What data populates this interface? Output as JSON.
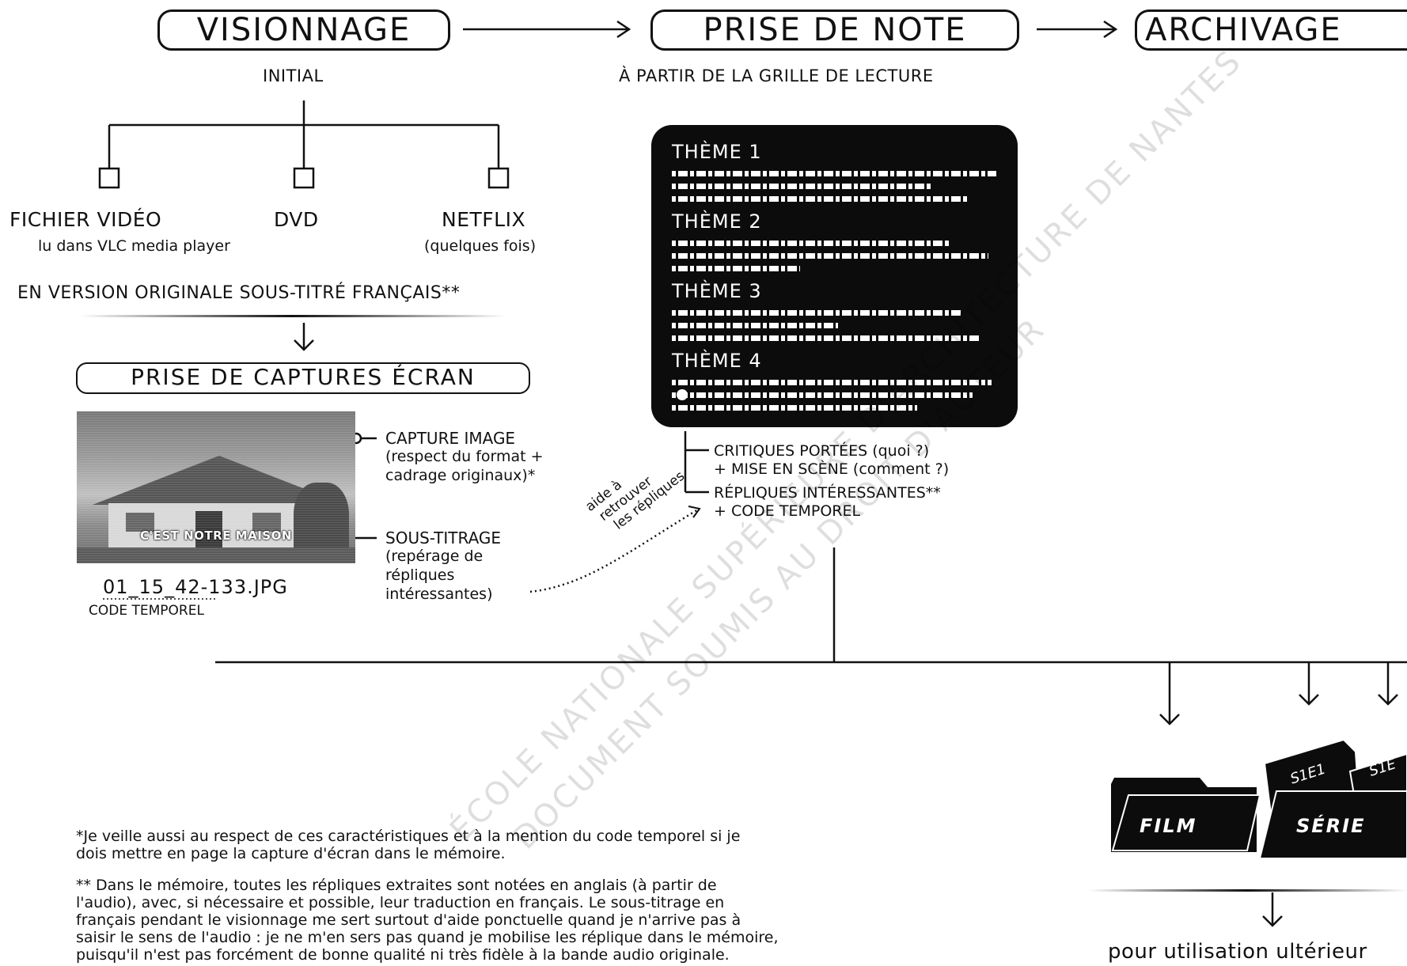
{
  "stages": {
    "viewing": "VISIONNAGE",
    "notes": "PRISE DE NOTE",
    "archive": "ARCHIVAGE"
  },
  "viewing_sub": "INITIAL",
  "notes_sub": "À PARTIR DE LA GRILLE DE LECTURE",
  "sources": [
    {
      "name": "FICHIER VIDÉO",
      "detail": "lu dans VLC media player"
    },
    {
      "name": "DVD",
      "detail": ""
    },
    {
      "name": "NETFLIX",
      "detail": "(quelques fois)"
    }
  ],
  "version_label": "EN VERSION ORIGINALE SOUS-TITRÉ FRANÇAIS**",
  "captures_label": "PRISE DE CAPTURES ÉCRAN",
  "capture_image": {
    "title": "CAPTURE IMAGE",
    "line1": "(respect du format +",
    "line2": "cadrage originaux)*"
  },
  "subtitling": {
    "title": "SOUS-TITRAGE",
    "line1": "(repérage de",
    "line2": "répliques",
    "line3": "intéressantes)"
  },
  "photo_subtitle": "C'EST NOTRE MAISON",
  "filename": "01_15_42-133.JPG",
  "timecode_label": "CODE TEMPOREL",
  "themes": [
    "THÈME 1",
    "THÈME 2",
    "THÈME 3",
    "THÈME 4"
  ],
  "notes_items": {
    "critiques": "CRITIQUES PORTÉES (quoi ?)",
    "mise_en_scene": "+ MISE EN SCÈNE (comment ?)",
    "repliques": "RÉPLIQUES INTÉRESSANTES**",
    "code": "+ CODE TEMPOREL"
  },
  "aid_text": {
    "l1": "aide à",
    "l2": "retrouver",
    "l3": "les répliques"
  },
  "folders": {
    "film": "FILM",
    "serie": "SÉRIE",
    "tab1": "S1E1",
    "tab2": "S1E"
  },
  "later_use": "pour utilisation ultérieur",
  "footnote1": {
    "l1": "*Je veille aussi au respect de ces caractéristiques et à la mention du code temporel si je",
    "l2": "dois mettre en page la capture d'écran dans le mémoire."
  },
  "footnote2": {
    "l1": "** Dans le mémoire, toutes les répliques extraites sont notées en anglais (à partir de",
    "l2": "l'audio), avec, si nécessaire et possible, leur traduction en français. Le sous-titrage en",
    "l3": "français pendant le visionnage me sert surtout d'aide ponctuelle quand je n'arrive pas à",
    "l4": "saisir le sens de l'audio : je ne m'en sers pas quand je mobilise les réplique dans le mémoire,",
    "l5": "puisqu'il n'est pas forcément de bonne qualité ni très fidèle à la bande audio originale."
  },
  "watermark": {
    "line1": "ÉCOLE NATIONALE SUPÉRIEURE D'ARCHITECTURE DE NANTES",
    "line2": "DOCUMENT SOUMIS AU DROIT D'AUTEUR"
  }
}
